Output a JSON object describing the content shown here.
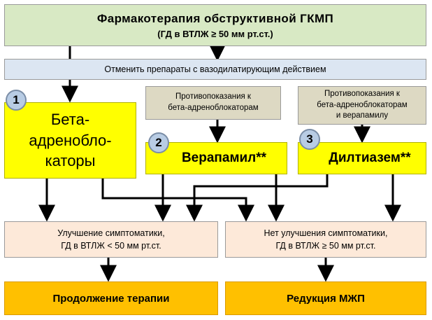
{
  "title": {
    "line1": "Фармакотерапия  обструктивной ГКМП",
    "line2": "(ГД в ВТЛЖ  ≥ 50 мм рт.ст.)"
  },
  "cancel": "Отменить  препараты  с вазодилатирующим  действием",
  "beta": {
    "number": "1",
    "lines": [
      "Бета-",
      "адренобло-",
      "каторы"
    ]
  },
  "contra1": {
    "lines": [
      "Противопоказания к",
      "бета-адреноблокаторам"
    ]
  },
  "contra2": {
    "lines": [
      "Противопоказания к",
      "бета-адреноблокаторам",
      "и верапамилу"
    ]
  },
  "verapamil": {
    "number": "2",
    "label": "Верапамил**"
  },
  "diltiazem": {
    "number": "3",
    "label": "Дилтиазем**"
  },
  "improvement": {
    "line1": "Улучшение  симптоматики,",
    "line2": "ГД  в  ВТЛЖ < 50 мм рт.ст."
  },
  "no_improvement": {
    "line1": "Нет улучшения  симптоматики,",
    "line2": "ГД  в  ВТЛЖ ≥ 50 мм рт.ст."
  },
  "continue_therapy": "Продолжение  терапии",
  "reduction": "Редукция МЖП"
}
